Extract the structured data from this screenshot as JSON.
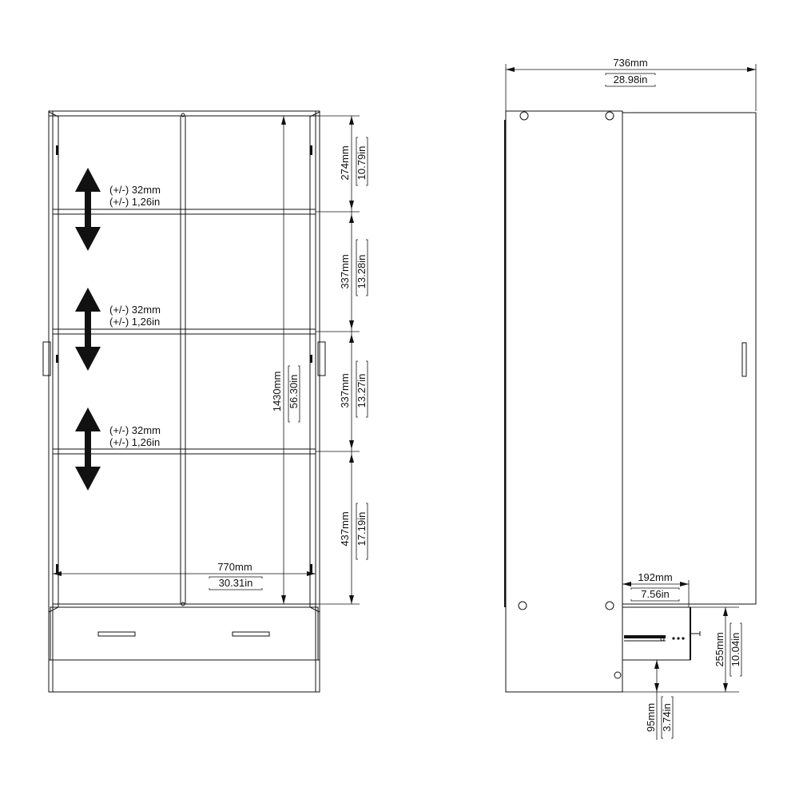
{
  "front_view": {
    "shelf_adjustments": [
      {
        "mm": "(+/-) 32mm",
        "in": "(+/-) 1,26in"
      },
      {
        "mm": "(+/-) 32mm",
        "in": "(+/-) 1,26in"
      },
      {
        "mm": "(+/-) 32mm",
        "in": "(+/-) 1,26in"
      }
    ],
    "compartment_heights": [
      {
        "mm": "274mm",
        "in": "10.79in"
      },
      {
        "mm": "337mm",
        "in": "13.28in"
      },
      {
        "mm": "337mm",
        "in": "13.27in"
      },
      {
        "mm": "437mm",
        "in": "17.19in"
      }
    ],
    "inner_height": {
      "mm": "1430mm",
      "in": "56.30in"
    },
    "inner_width": {
      "mm": "770mm",
      "in": "30.31in"
    }
  },
  "side_view": {
    "depth": {
      "mm": "736mm",
      "in": "28.98in"
    },
    "drawer_depth": {
      "mm": "192mm",
      "in": "7.56in"
    },
    "drawer_height": {
      "mm": "255mm",
      "in": "10.04in"
    },
    "plinth_height": {
      "mm": "95mm",
      "in": "3.74in"
    }
  }
}
